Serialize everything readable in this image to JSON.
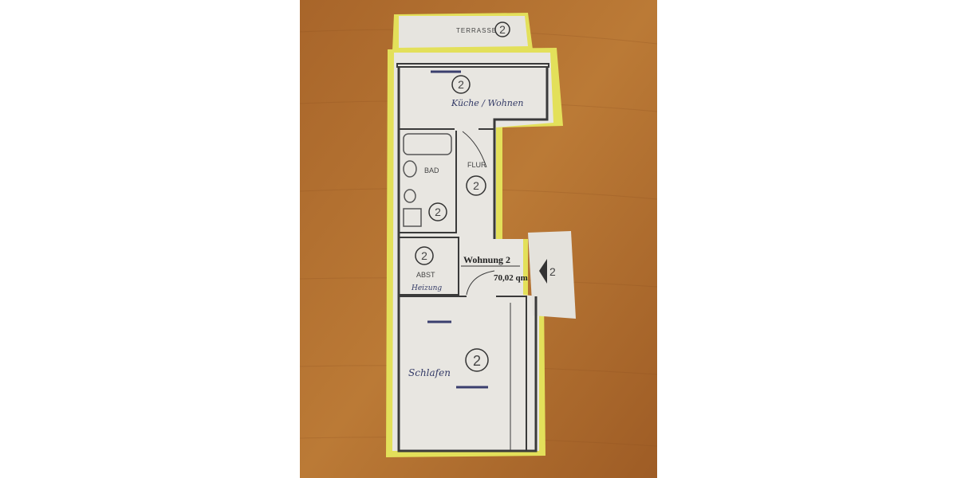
{
  "plan": {
    "terrace_label": "TERRASSE",
    "kitchen_label": "Küche / Wohnen",
    "bath_label": "BAD",
    "hall_label": "FLUR",
    "storage_label": "ABST",
    "heating_label": "Heizung",
    "bedroom_label": "Schlafen",
    "unit_label": "Wohnung 2",
    "area_label": "70,02 qm",
    "unit_number": "2",
    "stair_number": "2"
  },
  "colors": {
    "wood": "#b5722f",
    "paper": "#e9e6e0",
    "highlight": "#e3e05a",
    "ink": "#333a66"
  }
}
